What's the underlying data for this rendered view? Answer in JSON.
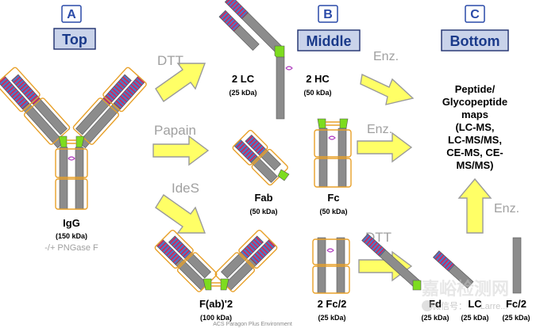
{
  "panels": {
    "a": {
      "letter": "A",
      "title": "Top"
    },
    "b": {
      "letter": "B",
      "title": "Middle"
    },
    "c": {
      "letter": "C",
      "title": "Bottom"
    }
  },
  "reagents": {
    "dtt_top": "DTT",
    "papain": "Papain",
    "ides": "IdeS",
    "dtt_bottom": "DTT",
    "enz_top": "Enz.",
    "enz_mid": "Enz.",
    "enz_right": "Enz."
  },
  "igg": {
    "name": "IgG",
    "mass": "(150 kDa)",
    "note": "-/+ PNGase F"
  },
  "fragments": {
    "lc": {
      "name": "2 LC",
      "mass": "(25 kDa)"
    },
    "hc": {
      "name": "2 HC",
      "mass": "(50 kDa)"
    },
    "fab": {
      "name": "Fab",
      "mass": "(50 kDa)"
    },
    "fc": {
      "name": "Fc",
      "mass": "(50 kDa)"
    },
    "fab2": {
      "name": "F(ab)'2",
      "mass": "(100 kDa)"
    },
    "fc2": {
      "name": "2 Fc/2",
      "mass": "(25 kDa)"
    },
    "fd": {
      "name": "Fd",
      "mass": "(25 kDa)"
    },
    "lc_bottom": {
      "name": "LC",
      "mass": "(25 kDa)"
    },
    "fc2_bottom": {
      "name": "Fc/2",
      "mass": "(25 kDa)"
    }
  },
  "result": {
    "line1": "Peptide/",
    "line2": "Glycopeptide",
    "line3": "maps",
    "line4": "(LC-MS,",
    "line5": "LC-MS/MS,",
    "line6": "CE-MS, CE-",
    "line7": "MS/MS)"
  },
  "footer": {
    "env": "ACS Paragon Plus Environment"
  },
  "watermark": {
    "text": "嘉峪检测网",
    "wechat": "微信号：",
    "brand": "Larre..."
  },
  "colors": {
    "heavy": "#8c8c8c",
    "light": "#7ea6d8",
    "cdr": "#e0204c",
    "hinge": "#7ddc1f",
    "bond": "#e8a028",
    "arrow": "#ffff66"
  }
}
